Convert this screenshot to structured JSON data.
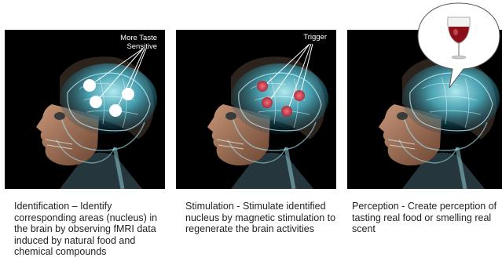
{
  "panels": [
    {
      "image_label_lines": [
        "More Taste",
        "Sensitive"
      ],
      "caption": "Identification – Identify corresponding areas (nucleus) in the brain by observing fMRI data induced by natural food and chemical compounds"
    },
    {
      "image_label_lines": [
        "Trigger"
      ],
      "caption": "Stimulation - Stimulate identified nucleus by magnetic stimulation to regenerate the brain activities"
    },
    {
      "caption": "Perception - Create perception of tasting real food or smelling real scent"
    }
  ],
  "colors": {
    "background": "#ffffff",
    "panel_background": "#000000",
    "brain_glow": "#7fe3f2",
    "marker_white": "#ffffff",
    "marker_red": "#c8283a",
    "wine": "#8b0f1a"
  },
  "icons": [
    "head-brain-xray-image",
    "speech-bubble-icon",
    "wine-glass-icon"
  ]
}
